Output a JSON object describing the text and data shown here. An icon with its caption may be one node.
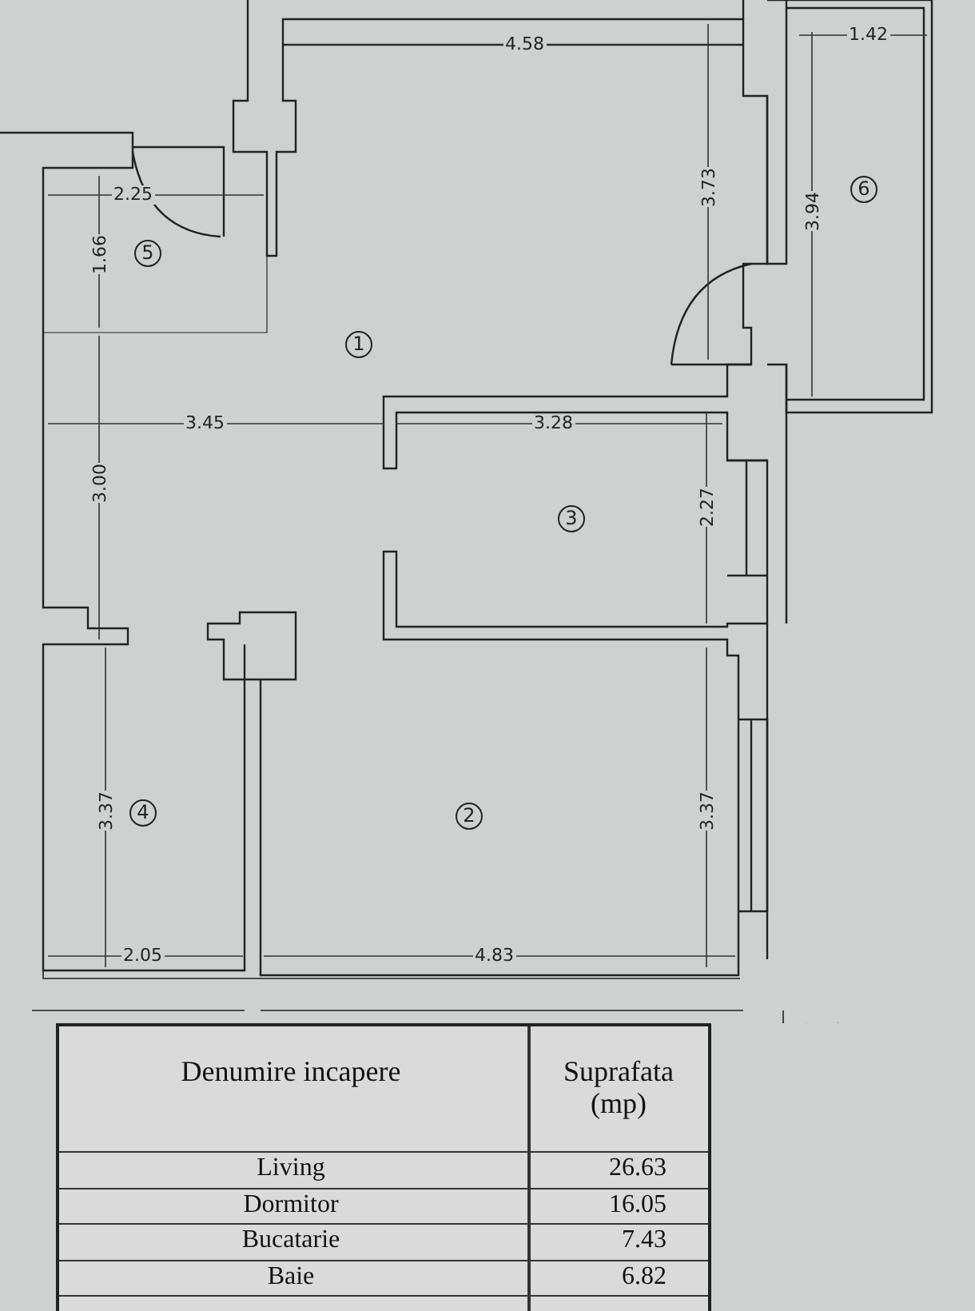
{
  "diagram": {
    "labels": [
      "4.58",
      "1.42",
      "2.25",
      "3.73",
      "3.94",
      "6",
      "1.66",
      "5",
      "1",
      "3.45",
      "3.28",
      "3.00",
      "3",
      "2.27",
      "3.37",
      "4",
      "2",
      "3.37",
      "2.05",
      "4.83",
      "Denumire incapere",
      "Suprafata (mp)",
      "Living",
      "26.63",
      "Dormitor",
      "16.05",
      "Bucatarie",
      "7.43",
      "Baie",
      "6.82"
    ]
  }
}
